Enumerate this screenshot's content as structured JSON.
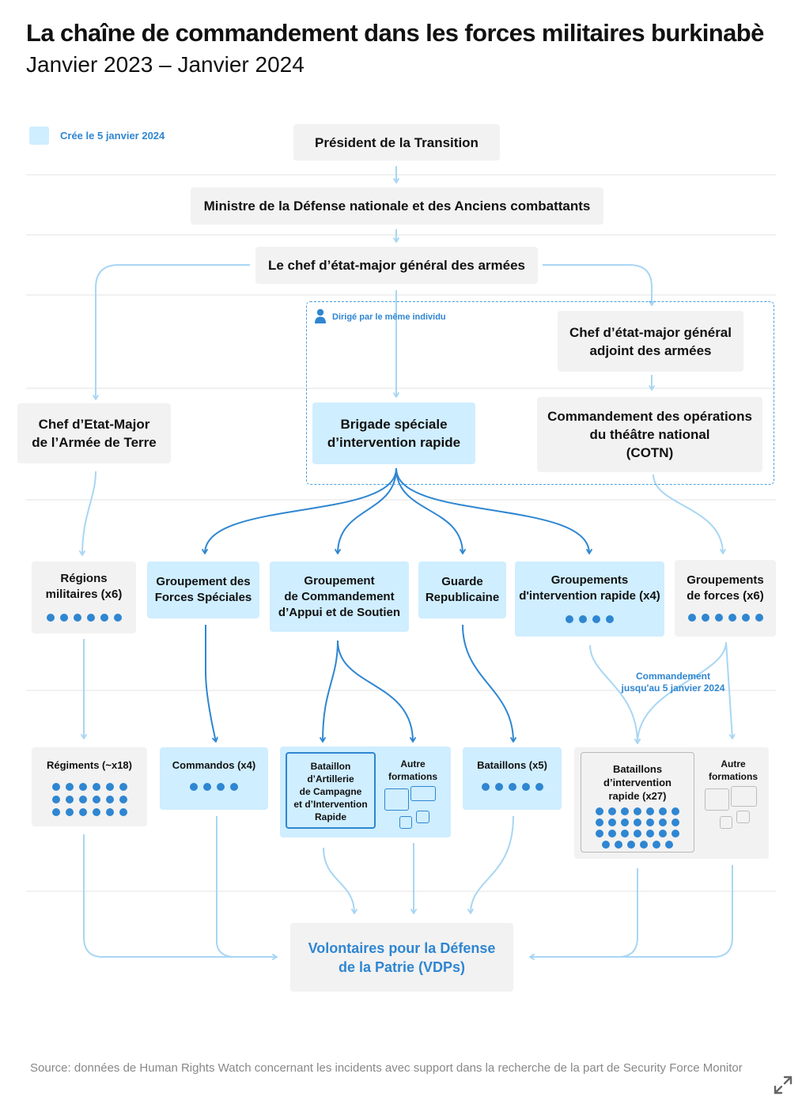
{
  "header": {
    "title": "La chaîne de commandement dans les forces militaires burkinabè",
    "subtitle": "Janvier 2023 – Janvier 2024"
  },
  "legend": {
    "label": "Crée le 5 janvier 2024"
  },
  "colors": {
    "new_unit": "#cfeeff",
    "existing_unit": "#f2f2f2",
    "accent": "#2f86d1",
    "connector": "#a8d6f4"
  },
  "annotations": {
    "same_person": "Dirigé par le même individu",
    "command_until_line1": "Commandement",
    "command_until_line2": "jusqu'au 5 janvier 2024"
  },
  "nodes": {
    "president": "Président de la Transition",
    "ministre": "Ministre de la Défense nationale et des Anciens combattants",
    "cemga": "Le chef d’état-major général des armées",
    "cemga_adjoint": {
      "line1": "Chef d’état-major général",
      "line2": "adjoint des armées"
    },
    "cemat": {
      "line1": "Chef d’Etat-Major",
      "line2": "de l’Armée de Terre"
    },
    "bsir": {
      "line1": "Brigade spéciale",
      "line2": "d’intervention rapide"
    },
    "cotn": {
      "line1": "Commandement des opérations",
      "line2": "du théâtre national",
      "line3": "(COTN)"
    },
    "regions": {
      "line1": "Régions",
      "line2": "militaires (x6)",
      "count": 6
    },
    "gfs": {
      "line1": "Groupement des",
      "line2": "Forces Spéciales"
    },
    "gcas": {
      "line1": "Groupement",
      "line2": "de Commandement",
      "line3": "d’Appui et de Soutien"
    },
    "garde": {
      "line1": "Guarde",
      "line2": "Republicaine"
    },
    "gir": {
      "line1": "Groupements",
      "line2": "d'intervention rapide (x4)",
      "count": 4
    },
    "gf": {
      "line1": "Groupements",
      "line2": "de forces (x6)",
      "count": 6
    },
    "regiments": {
      "label": "Régiments (~x18)",
      "count": 18
    },
    "commandos": {
      "label": "Commandos (x4)",
      "count": 4
    },
    "bacir": {
      "line1": "Bataillon",
      "line2": "d’Artillerie",
      "line3": "de Campagne",
      "line4": "et d’Intervention",
      "line5": "Rapide"
    },
    "autres1": {
      "line1": "Autre",
      "line2": "formations"
    },
    "bataillons": {
      "label": "Bataillons (x5)",
      "count": 5
    },
    "bir": {
      "line1": "Bataillons",
      "line2": "d’intervention",
      "line3": "rapide (x27)",
      "count": 27
    },
    "autres2": {
      "line1": "Autre",
      "line2": "formations"
    },
    "vdp": {
      "line1": "Volontaires pour la Défense",
      "line2": "de la Patrie (VDPs)"
    }
  },
  "footer": {
    "source": "Source: données de Human Rights Watch concernant les incidents avec support dans la recherche de la part de Security Force Monitor"
  }
}
